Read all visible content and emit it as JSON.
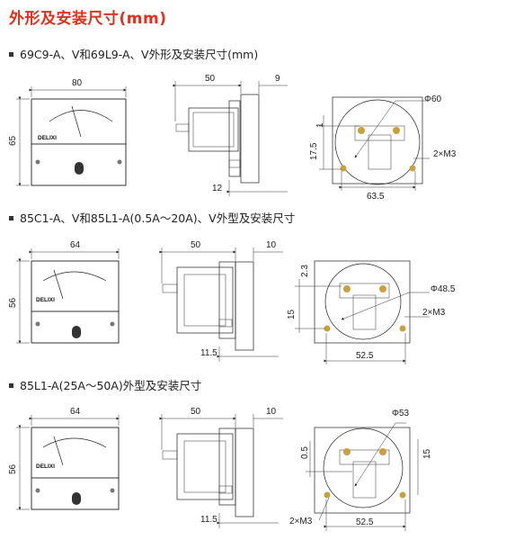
{
  "page_title": "外形及安装尺寸(mm)",
  "sections": [
    {
      "heading": "69C9-A、V和69L9-A、V外形及安装尺寸(mm)",
      "front": {
        "width": "80",
        "height": "65",
        "logo": "DELIXI"
      },
      "side": {
        "depth": "50",
        "panel": "9",
        "terminal": "12"
      },
      "mount": {
        "hole_dia": "Φ60",
        "offset_a": "1",
        "offset_b": "17.5",
        "spacing": "63.5",
        "screws": "2×M3"
      }
    },
    {
      "heading": "85C1-A、V和85L1-A(0.5A～20A)、V外型及安装尺寸",
      "front": {
        "width": "64",
        "height": "56",
        "logo": "DELIXI"
      },
      "side": {
        "depth": "50",
        "panel": "10",
        "terminal": "11.5"
      },
      "mount": {
        "hole_dia": "Φ48.5",
        "offset_a": "2.3",
        "offset_b": "15",
        "spacing": "52.5",
        "screws": "2×M3"
      }
    },
    {
      "heading": "85L1-A(25A～50A)外型及安装尺寸",
      "front": {
        "width": "64",
        "height": "56",
        "logo": "DELIXI"
      },
      "side": {
        "depth": "50",
        "panel": "10",
        "terminal": "11.5"
      },
      "mount": {
        "hole_dia": "Φ53",
        "offset_a": "0.5",
        "offset_b": "15",
        "spacing": "52.5",
        "screws": "2×M3"
      }
    }
  ],
  "colors": {
    "title": "#e0301e",
    "meter_dark": "#707070",
    "panel": "#e6e6e6",
    "dots_bg": "#c8c8c8"
  }
}
